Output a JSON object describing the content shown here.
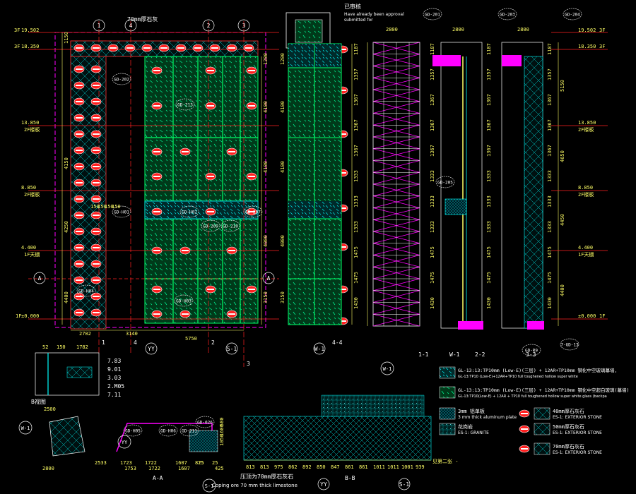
{
  "sheet": {
    "top_note": "70mm厚石灰",
    "approval_note": [
      "已审核",
      "Have already been  approval",
      "submitted for"
    ],
    "coping_note": [
      "压顶为70mm厚石灰石",
      "Coping ore 70 mm thick limestone"
    ],
    "other_note": "见第二张 -"
  },
  "levels": [
    {
      "value": "19.502",
      "tag": "3F"
    },
    {
      "value": "18.350",
      "tag": "3F"
    },
    {
      "value": "13.850",
      "tag": "2F楼板"
    },
    {
      "value": "8.850",
      "tag": "2F楼板"
    },
    {
      "value": "4.400",
      "tag": "1F天棚"
    },
    {
      "value": "±0.000",
      "tag": "1F"
    }
  ],
  "grid_markers": [
    "1",
    "4",
    "2",
    "3",
    "A",
    "YY",
    "S-1",
    "W-1",
    "A",
    "YY",
    "S-1",
    "B-B",
    "A-A"
  ],
  "section_titles": [
    "4-4",
    "1-1",
    "2-2",
    "3-3",
    "W-1",
    "B视图"
  ],
  "detail_tags": [
    "GD-201",
    "GD-203",
    "GD-204",
    "GD-205",
    "GD-202",
    "GD-213",
    "GD-H01",
    "GD-H02",
    "GD-207",
    "GD-209",
    "GD-210",
    "GD-H03",
    "GD-H04",
    "GD-H05",
    "GD-H06",
    "GD-211",
    "GD-026",
    "7-GD-13",
    "GD-R9"
  ],
  "dimensions": {
    "left_vertical": [
      "1150",
      "4150",
      "4250",
      "4400"
    ],
    "left_bottom": [
      "2702",
      "3140",
      "5750"
    ],
    "col_widths": [
      "150",
      "150",
      "150",
      "150"
    ],
    "mid_vertical": [
      "1200",
      "4100",
      "4100",
      "4000",
      "3150"
    ],
    "section_top": [
      "2800",
      "2800",
      "2800"
    ],
    "section_vertical": [
      "5150",
      "4650",
      "4450",
      "4400"
    ],
    "w1_right": [
      "1187",
      "1357",
      "1367",
      "1367",
      "1367",
      "1333",
      "1333",
      "1333",
      "1475",
      "1475",
      "1430"
    ],
    "bottom_row": [
      "52",
      "150",
      "1782",
      "2500",
      "1723",
      "1722",
      "1607",
      "825",
      "425",
      "2800",
      "2533",
      "1753",
      "1722",
      "1607",
      "75",
      "25"
    ],
    "bb_bottom": [
      "813",
      "813",
      "975",
      "862",
      "892",
      "850",
      "847",
      "861",
      "861",
      "1011",
      "1011",
      "1001",
      "939"
    ],
    "bview_levels": [
      "7.83",
      "9.01",
      "3.03",
      "2.M05",
      "7.11"
    ],
    "s1_small": [
      "580",
      "1600",
      "1050"
    ]
  },
  "legend": [
    {
      "code": "GL-13",
      "zh": "13:TP10mm (Low-E)(三层) + 12AR+TP10mm 钢化中空玻璃幕墙,",
      "en": "GL-13:TP10 (Low-E)+12AR+TP10 full toughened hollow super white",
      "pattern": "cyan-glass"
    },
    {
      "code": "GL-13",
      "zh": "13:TP10mm (Low-E)(三层) + 12AR+TP10mm 钢化中空超白玻璃(幕墙)",
      "en": "GL-13:TP10(Low-E) + 12AR + TP10 full toughened hollow super white glass (backpa",
      "pattern": "green-glass"
    },
    {
      "code": "",
      "zh": "3mm 铝单板",
      "en": "3 mm thick aluminum plate",
      "pattern": "dots"
    },
    {
      "code": "",
      "zh": "花岗岩",
      "en": "ES-1: GRANITE",
      "pattern": "granite"
    },
    {
      "code": "",
      "zh": "40mm厚石灰石",
      "en": "ES-1: EXTERIOR STONE",
      "pattern": "stone"
    },
    {
      "code": "",
      "zh": "50mm厚石灰石",
      "en": "ES-1: EXTERIOR STONE",
      "pattern": "stone"
    },
    {
      "code": "",
      "zh": "70mm厚石灰石",
      "en": "ES-1: EXTERIOR STONE",
      "pattern": "stone"
    }
  ],
  "colors": {
    "bg": "#000000",
    "grid": "#ff2020",
    "dim": "#ffff66",
    "green": "#00cc44",
    "cyan": "#00ffff",
    "magenta": "#ff00ff",
    "white": "#ffffff"
  }
}
